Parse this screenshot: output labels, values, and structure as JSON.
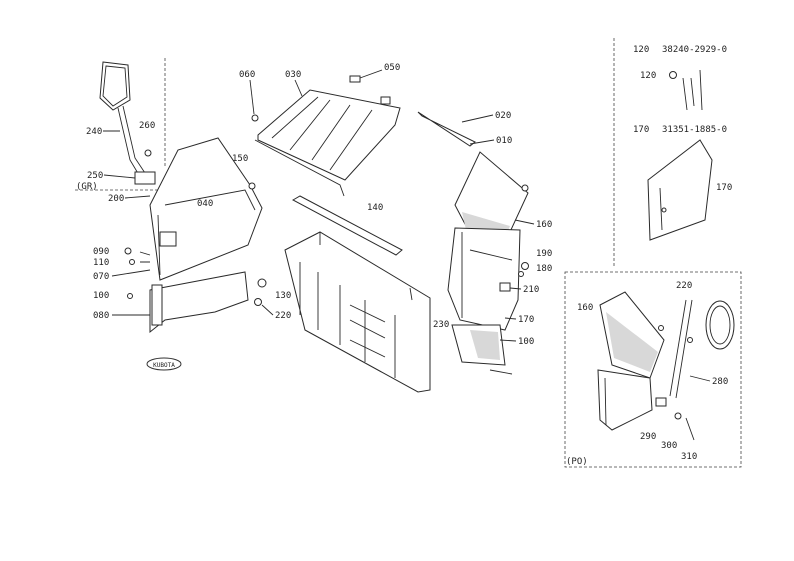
{
  "callouts": [
    "240",
    "260",
    "250",
    "(GR)",
    "200",
    "040",
    "150",
    "060",
    "030",
    "050",
    "020",
    "010",
    "140",
    "090",
    "110",
    "070",
    "100",
    "080",
    "130",
    "220",
    "160",
    "190",
    "180",
    "210",
    "230",
    "170",
    "100"
  ],
  "legend_top": {
    "row1": {
      "num": "120",
      "code": "38240-2929-0"
    },
    "row2": {
      "num": "170",
      "code": "31351-1885-0"
    },
    "tag120": "120",
    "tag170": "170"
  },
  "inset": {
    "label": "(PO)",
    "callouts": [
      "160",
      "220",
      "280",
      "290",
      "300",
      "310"
    ]
  },
  "logo_text": "KUBOTA"
}
